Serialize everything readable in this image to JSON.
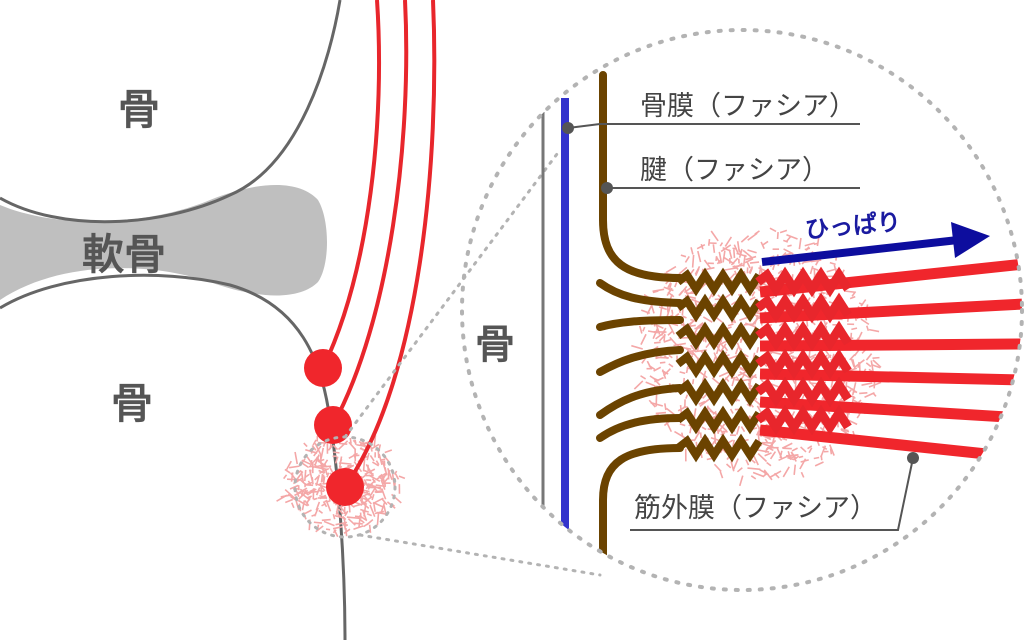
{
  "labels": {
    "bone_top": "骨",
    "cartilage": "軟骨",
    "bone_bottom": "骨",
    "bone_zoom": "骨",
    "periosteum": "骨膜（ファシア）",
    "tendon": "腱（ファシア）",
    "epimysium": "筋外膜（ファシア）",
    "pull": "ひっぱり"
  },
  "colors": {
    "bone_outline": "#666666",
    "cartilage": "#bfbfbf",
    "muscle_red": "#e8262c",
    "tendon_brown": "#6b4300",
    "periosteum_blue": "#3333cc",
    "arrow_blue": "#0d0d9e",
    "inflammation_pink": "#f4a7a7",
    "dotted_circle": "#b3b3b3"
  }
}
